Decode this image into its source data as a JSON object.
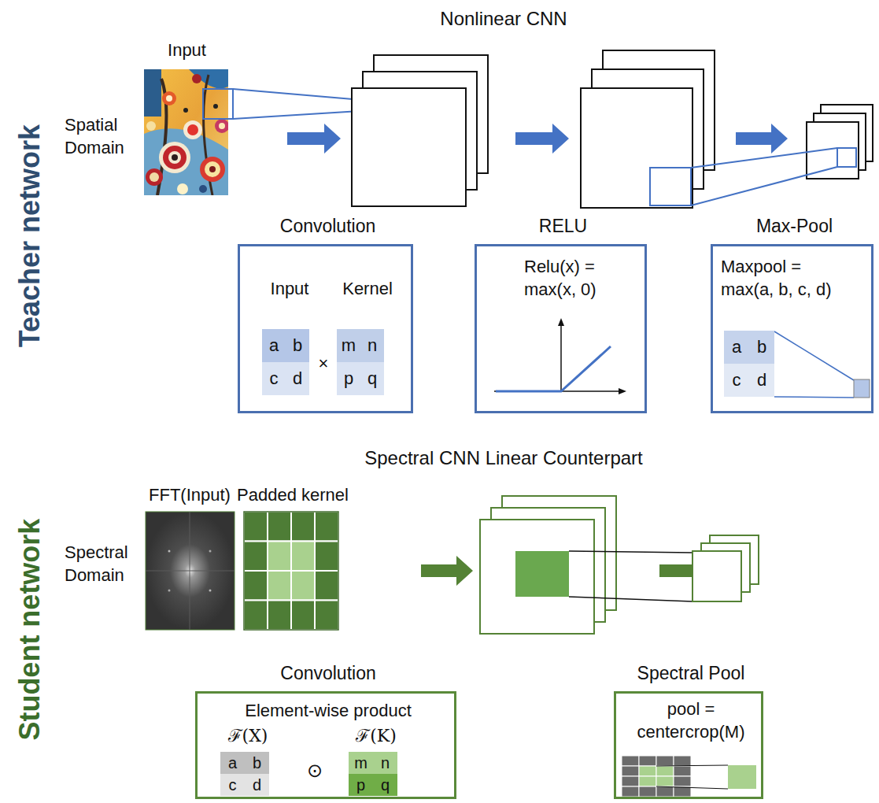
{
  "diagram": {
    "nodes": [
      {
        "text": [
          "Convolution",
          "Input",
          "Kernel"
        ]
      },
      {
        "text": [
          "RELU",
          "Relu(x) = max(x, 0)"
        ]
      },
      {
        "text": [
          "Max-Pool",
          "Maxpool = max(a, b, c, d)"
        ]
      },
      {
        "text": [
          "Convolution",
          "Element-wise product",
          "ℱ(X)",
          "ℱ(K)"
        ]
      },
      {
        "text": [
          "Spectral Pool",
          "pool = centercrop(M)"
        ]
      }
    ],
    "labels": [
      "Nonlinear CNN",
      "Teacher network",
      "Input",
      "Spatial Domain",
      "a",
      "b",
      "c",
      "d",
      "×",
      "m",
      "n",
      "p",
      "q",
      "a",
      "b",
      "c",
      "d",
      "Spectral CNN Linear Counterpart",
      "Student network",
      "FFT(Input)",
      "Padded kernel",
      "Spectral Domain",
      "a",
      "b",
      "c",
      "d",
      "⊙",
      "m",
      "n",
      "p",
      "q"
    ]
  }
}
